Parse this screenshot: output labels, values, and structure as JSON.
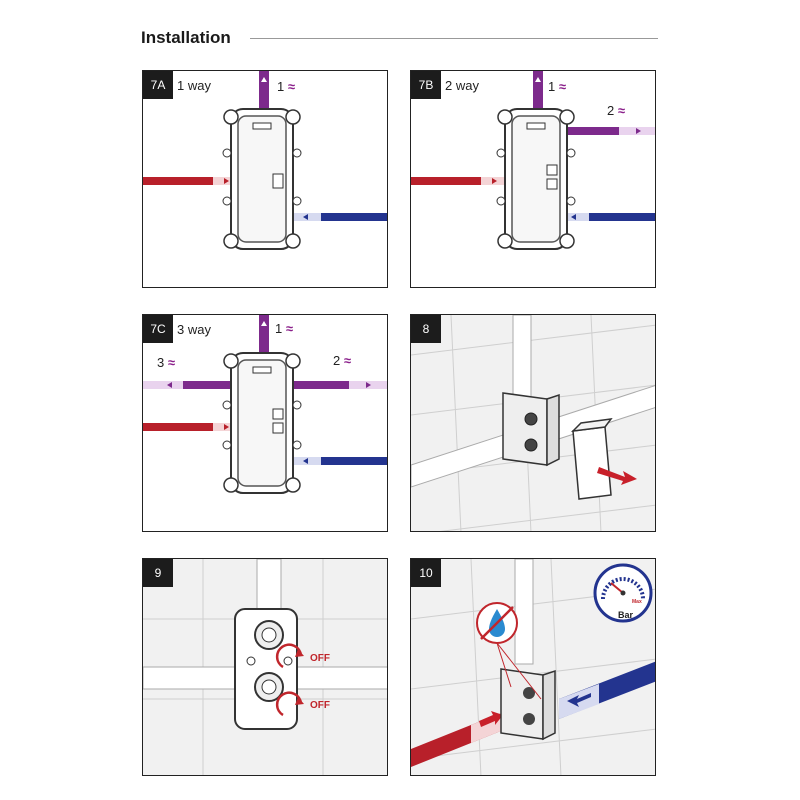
{
  "header": {
    "title": "Installation"
  },
  "panels": {
    "p7a": {
      "badge": "7A",
      "caption": "1 way",
      "outlet1": "1",
      "wave": "≈"
    },
    "p7b": {
      "badge": "7B",
      "caption": "2 way",
      "outlet1": "1",
      "outlet2": "2",
      "wave": "≈"
    },
    "p7c": {
      "badge": "7C",
      "caption": "3 way",
      "outlet1": "1",
      "outlet2": "2",
      "outlet3": "3",
      "wave": "≈"
    },
    "p8": {
      "badge": "8"
    },
    "p9": {
      "badge": "9",
      "off_top": "OFF",
      "off_bottom": "OFF"
    },
    "p10": {
      "badge": "10",
      "gauge_label": "Bar",
      "gauge_max": "Max"
    }
  },
  "colors": {
    "hot": "#b8202a",
    "cold": "#23348f",
    "mixed": "#7d2a8c",
    "arrow": "#c8202a"
  },
  "icons": [
    "pressure-gauge-icon",
    "no-water-icon",
    "shutoff-arrow-icon",
    "flow-arrow-icon"
  ]
}
